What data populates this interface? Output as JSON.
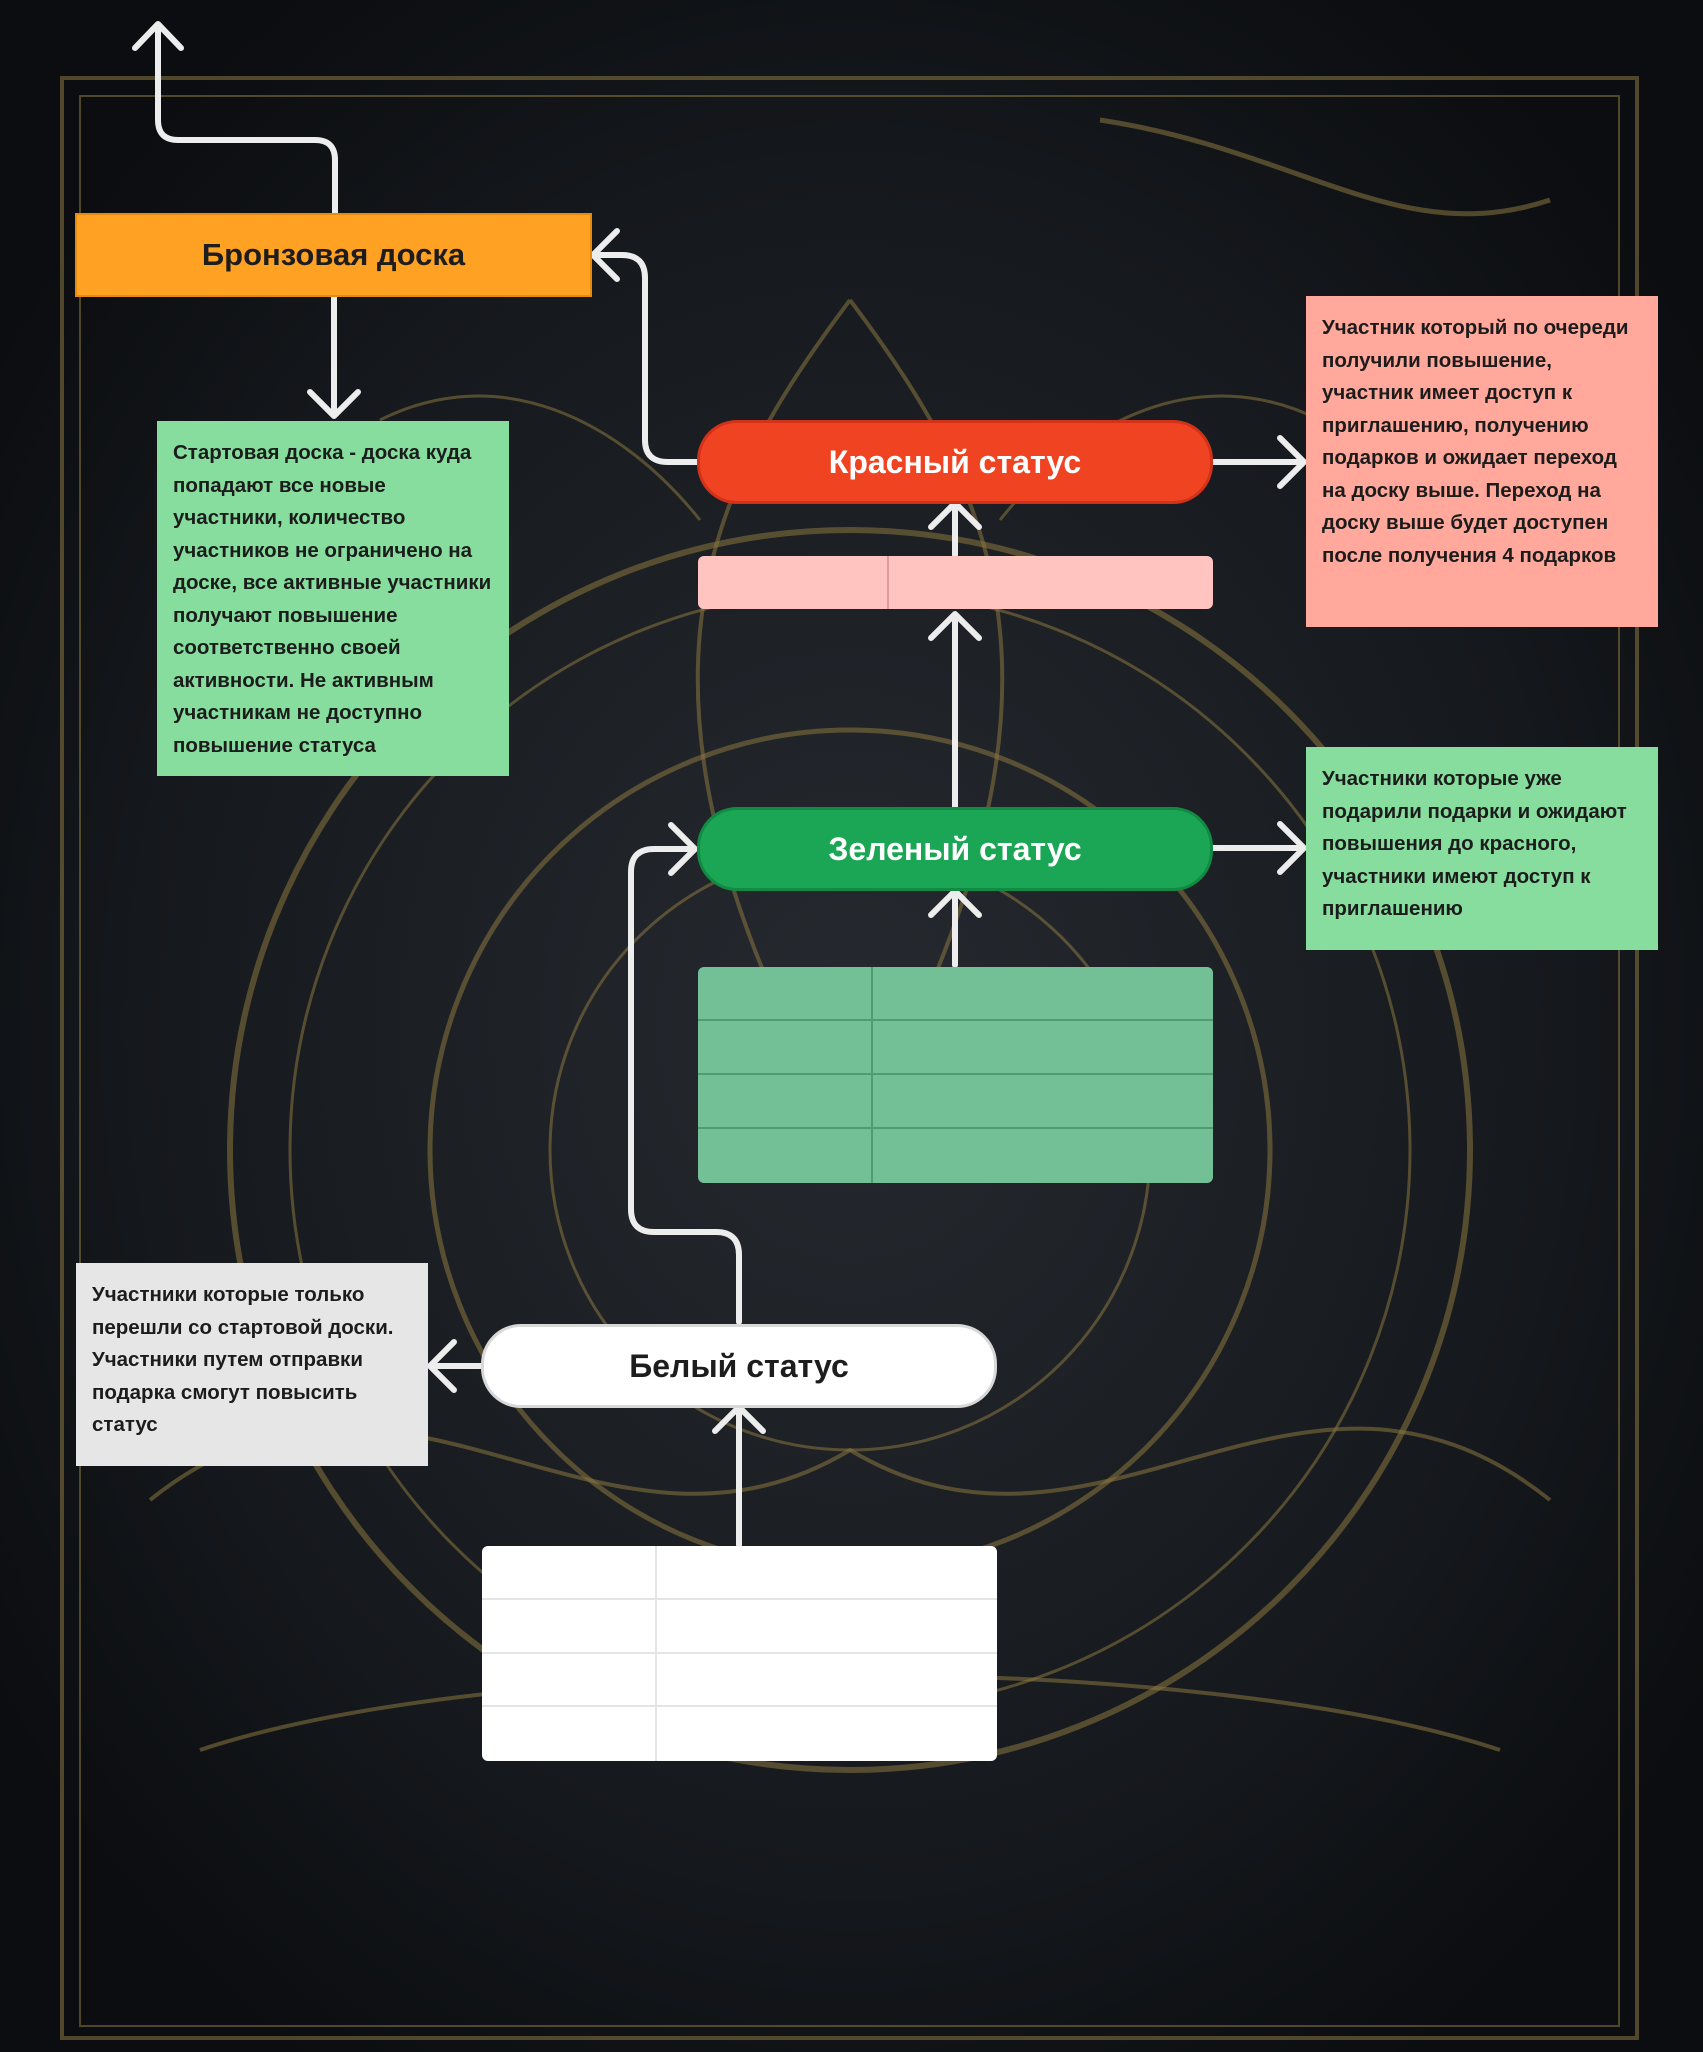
{
  "bronze_board": {
    "label": "Бронзовая доска"
  },
  "statuses": {
    "red": {
      "label": "Красный статус"
    },
    "green": {
      "label": "Зеленый статус"
    },
    "white": {
      "label": "Белый статус"
    }
  },
  "notes": {
    "start": "Стартовая доска - доска куда попадают все новые участники, количество участников не ограничено на доске, все активные участники получают повышение соответственно своей активности. Не активным участникам не доступно повышение статуса",
    "red": "Участник который по очереди получили повышение, участник имеет доступ к приглашению, получению подарков и ожидает переход на доску выше. Переход на доску выше будет доступен после получения 4 подарков",
    "green": "Участники которые уже подарили подарки и ожидают повышения до красного, участники имеют доступ к приглашению",
    "white": "Участники которые только перешли со стартовой доски. Участники путем отправки подарка смогут повысить статус"
  },
  "colors": {
    "bronze": "#ffa224",
    "red": "#ef4322",
    "green": "#1aa654",
    "white": "#ffffff",
    "note_green": "#86dd9d",
    "note_red": "#ffa89b",
    "note_gray": "#e6e6e6",
    "slots_red": "#ffc4c0",
    "slots_green": "#74c096",
    "slots_white": "#ffffff",
    "arrow": "#ededed"
  },
  "slot_grids": {
    "red": {
      "rows": 1,
      "cols": 2
    },
    "green": {
      "rows": 4,
      "cols": 2
    },
    "white": {
      "rows": 4,
      "cols": 2
    }
  }
}
